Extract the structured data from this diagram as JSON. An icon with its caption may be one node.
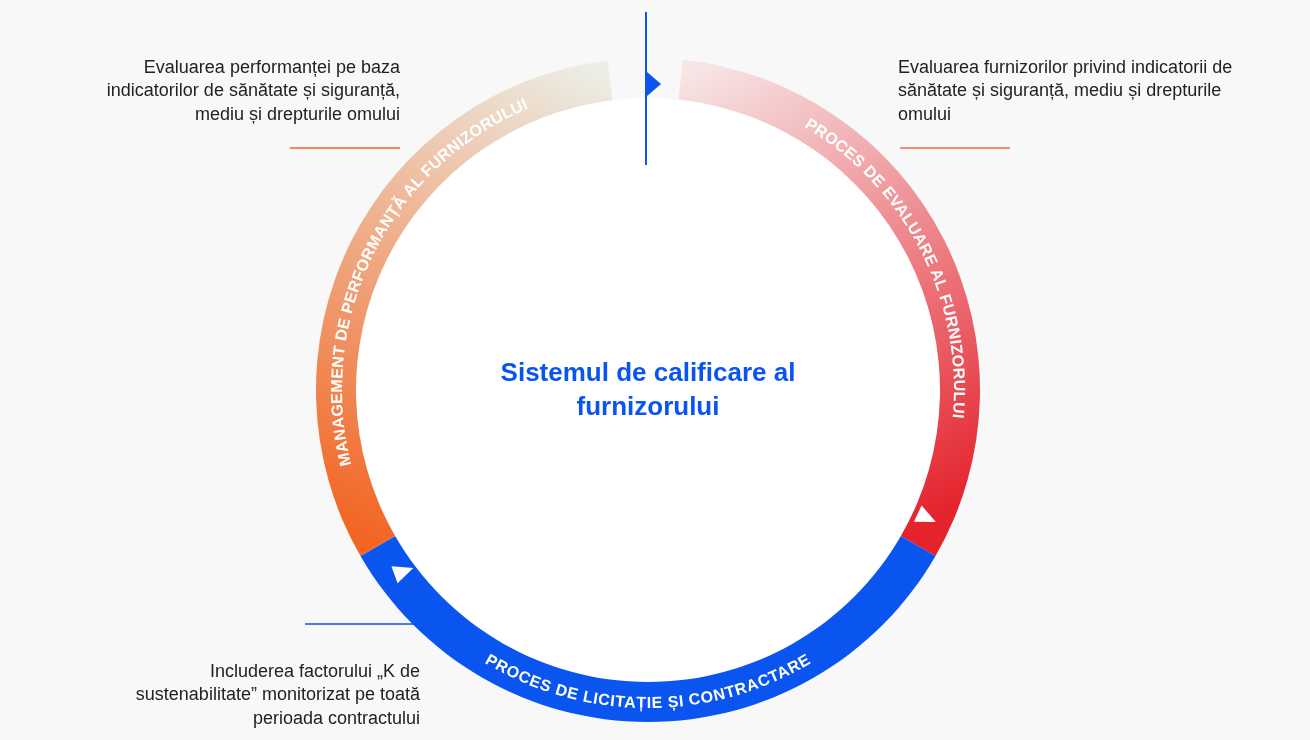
{
  "diagram": {
    "nodes": [
      {
        "text": [
          "Sistemul de calificare al furnizorului"
        ]
      },
      {
        "text": [
          "PROCES DE EVALUARE AL FURNIZORULUI"
        ],
        "beside": [
          "Evaluarea furnizorilor privind indicatorii de sănătate și siguranță, mediu și drepturile omului"
        ]
      },
      {
        "text": [
          "PROCES DE LICITAȚIE ȘI CONTRACTARE"
        ],
        "beside": [
          "Includerea factorului „K de sustenabilitate” monitorizat pe toată perioada contractului"
        ]
      },
      {
        "text": [
          "MANAGEMENT DE PERFORMANȚĂ AL FURNIZORULUI"
        ],
        "beside": [
          "Evaluarea performanței pe baza indicatorilor de sănătate și siguranță, mediu și drepturile omului"
        ]
      }
    ]
  }
}
